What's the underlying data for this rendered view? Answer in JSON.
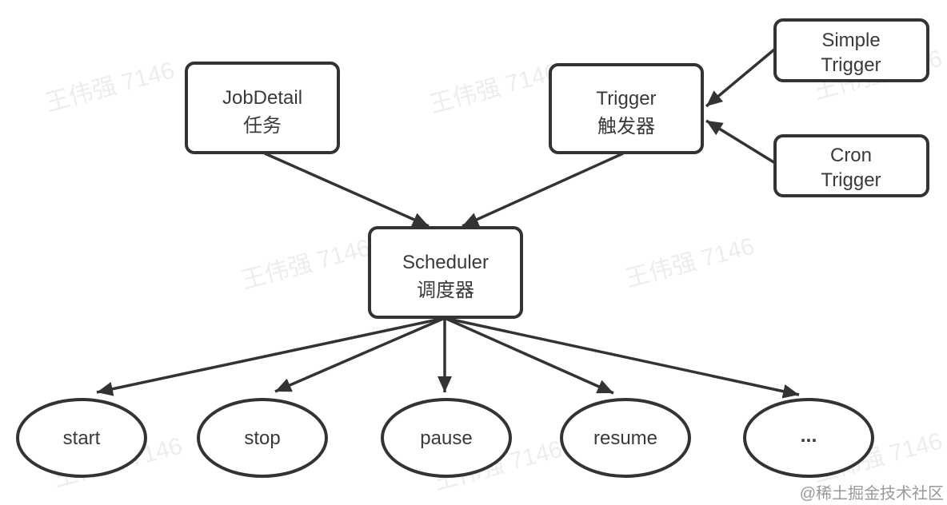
{
  "colors": {
    "background": "#ffffff",
    "stroke": "#333333",
    "text": "#3a3a3a",
    "watermark": "#ededed",
    "credit": "#999999"
  },
  "watermark": {
    "text": "王伟强 7146"
  },
  "credit": {
    "text": "@稀土掘金技术社区"
  },
  "nodes": {
    "jobdetail": {
      "line1": "JobDetail",
      "line2": "任务",
      "shape": "rounded-rect"
    },
    "trigger": {
      "line1": "Trigger",
      "line2": "触发器",
      "shape": "rounded-rect"
    },
    "simple_trigger": {
      "line1": "Simple",
      "line2": "Trigger",
      "shape": "rounded-rect"
    },
    "cron_trigger": {
      "line1": "Cron",
      "line2": "Trigger",
      "shape": "rounded-rect"
    },
    "scheduler": {
      "line1": "Scheduler",
      "line2": "调度器",
      "shape": "rounded-rect"
    },
    "start": {
      "label": "start",
      "shape": "ellipse"
    },
    "stop": {
      "label": "stop",
      "shape": "ellipse"
    },
    "pause": {
      "label": "pause",
      "shape": "ellipse"
    },
    "resume": {
      "label": "resume",
      "shape": "ellipse"
    },
    "more": {
      "label": "...",
      "shape": "ellipse"
    }
  },
  "edges": [
    {
      "from": "jobdetail",
      "to": "scheduler"
    },
    {
      "from": "trigger",
      "to": "scheduler"
    },
    {
      "from": "simple_trigger",
      "to": "trigger"
    },
    {
      "from": "cron_trigger",
      "to": "trigger"
    },
    {
      "from": "scheduler",
      "to": "start"
    },
    {
      "from": "scheduler",
      "to": "stop"
    },
    {
      "from": "scheduler",
      "to": "pause"
    },
    {
      "from": "scheduler",
      "to": "resume"
    },
    {
      "from": "scheduler",
      "to": "more"
    }
  ]
}
